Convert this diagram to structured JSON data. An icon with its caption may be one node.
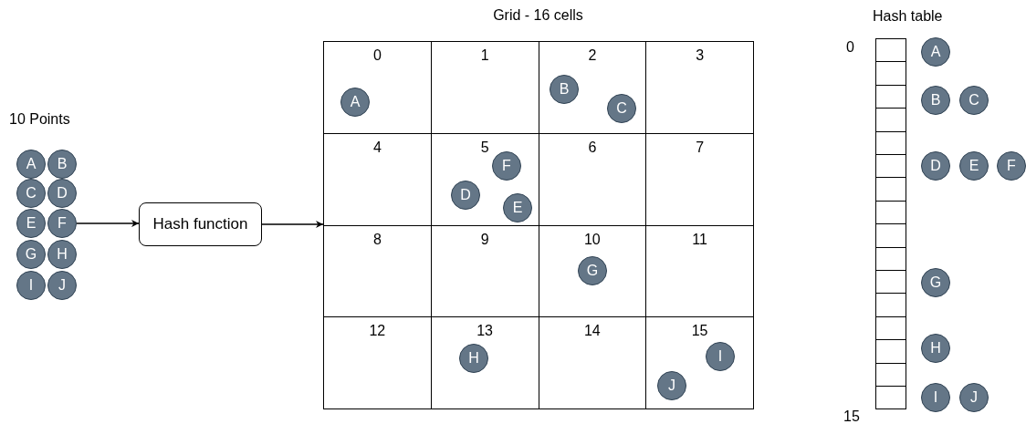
{
  "diagram": {
    "nodes": [
      {
        "text": [
          "A"
        ]
      },
      {
        "text": [
          "B"
        ]
      },
      {
        "text": [
          "C"
        ]
      },
      {
        "text": [
          "D"
        ]
      },
      {
        "text": [
          "E"
        ]
      },
      {
        "text": [
          "F"
        ]
      },
      {
        "text": [
          "G"
        ]
      },
      {
        "text": [
          "H"
        ]
      },
      {
        "text": [
          "I"
        ]
      },
      {
        "text": [
          "J"
        ]
      },
      {
        "text": [
          "Hash function"
        ]
      },
      {
        "text": [
          "Grid - 16 cells"
        ]
      },
      {
        "text": [
          "0"
        ],
        "in": 11
      },
      {
        "text": [
          "1"
        ],
        "in": 11
      },
      {
        "text": [
          "2"
        ],
        "in": 11
      },
      {
        "text": [
          "3"
        ],
        "in": 11
      },
      {
        "text": [
          "4"
        ],
        "in": 11
      },
      {
        "text": [
          "5"
        ],
        "in": 11
      },
      {
        "text": [
          "6"
        ],
        "in": 11
      },
      {
        "text": [
          "7"
        ],
        "in": 11
      },
      {
        "text": [
          "8"
        ],
        "in": 11
      },
      {
        "text": [
          "9"
        ],
        "in": 11
      },
      {
        "text": [
          "10"
        ],
        "in": 11
      },
      {
        "text": [
          "11"
        ],
        "in": 11
      },
      {
        "text": [
          "12"
        ],
        "in": 11
      },
      {
        "text": [
          "13"
        ],
        "in": 11
      },
      {
        "text": [
          "14"
        ],
        "in": 11
      },
      {
        "text": [
          "15"
        ],
        "in": 11
      },
      {
        "text": [
          "A"
        ],
        "in": 12
      },
      {
        "text": [
          "B"
        ],
        "in": 14
      },
      {
        "text": [
          "C"
        ],
        "in": 14
      },
      {
        "text": [
          "F"
        ],
        "in": 17
      },
      {
        "text": [
          "D"
        ],
        "in": 17
      },
      {
        "text": [
          "E"
        ],
        "in": 17
      },
      {
        "text": [
          "G"
        ],
        "in": 22
      },
      {
        "text": [
          "H"
        ],
        "in": 25
      },
      {
        "text": [
          "I"
        ],
        "in": 27
      },
      {
        "text": [
          "J"
        ],
        "in": 27
      },
      {
        "text": [],
        "shape": "box"
      },
      {
        "text": [],
        "shape": "box"
      },
      {
        "text": [],
        "shape": "box"
      },
      {
        "text": [],
        "shape": "box"
      },
      {
        "text": [],
        "shape": "box"
      },
      {
        "text": [],
        "shape": "box"
      },
      {
        "text": [],
        "shape": "box"
      },
      {
        "text": [],
        "shape": "box"
      },
      {
        "text": [],
        "shape": "box"
      },
      {
        "text": [],
        "shape": "box"
      },
      {
        "text": [],
        "shape": "box"
      },
      {
        "text": [],
        "shape": "box"
      },
      {
        "text": [],
        "shape": "box"
      },
      {
        "text": [],
        "shape": "box"
      },
      {
        "text": [],
        "shape": "box"
      },
      {
        "text": [],
        "shape": "box"
      },
      {
        "text": [
          "A"
        ]
      },
      {
        "text": [
          "B"
        ]
      },
      {
        "text": [
          "C"
        ]
      },
      {
        "text": [
          "D"
        ]
      },
      {
        "text": [
          "E"
        ]
      },
      {
        "text": [
          "F"
        ]
      },
      {
        "text": [
          "G"
        ]
      },
      {
        "text": [
          "H"
        ]
      },
      {
        "text": [
          "I"
        ]
      },
      {
        "text": [
          "J"
        ]
      }
    ],
    "edges": [
      {
        "from": 5,
        "to": 10,
        "arrow": "to"
      },
      {
        "from": 10,
        "to": 11,
        "arrow": "to"
      }
    ],
    "labels": [
      "10 Points",
      "Hash table",
      "0",
      "15"
    ]
  }
}
